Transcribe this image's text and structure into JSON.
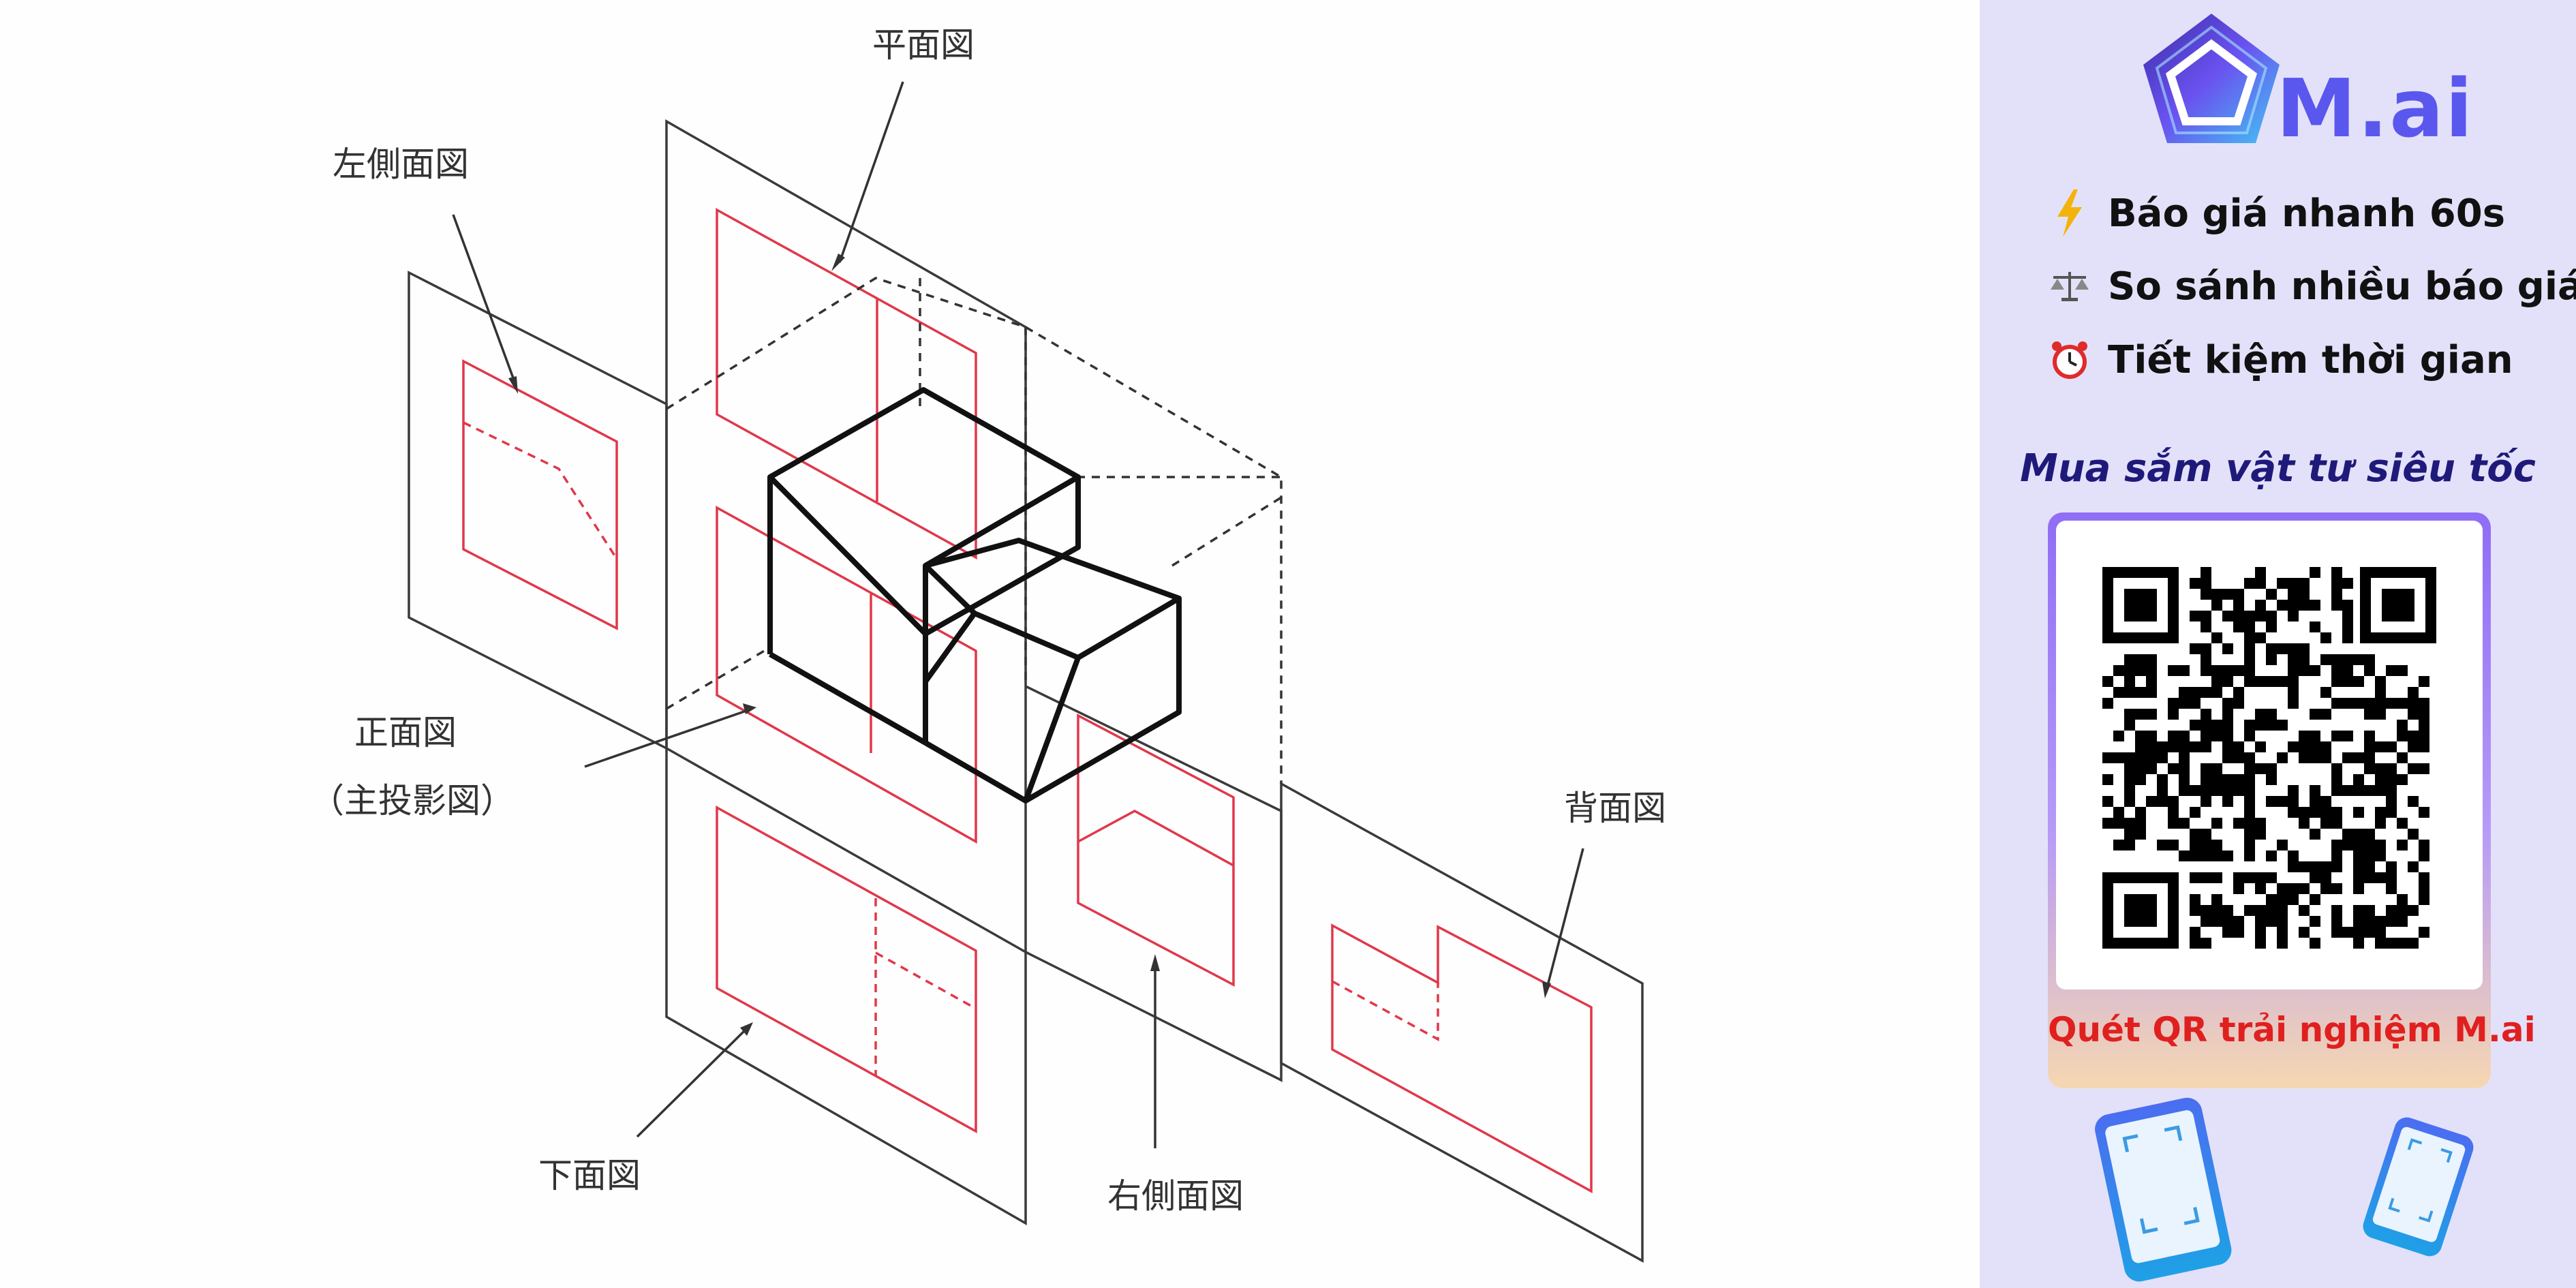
{
  "diagram": {
    "labels": {
      "plan_view": "平面図",
      "left_side_view": "左側面図",
      "front_view": "正面図",
      "front_view_sub": "（主投影図）",
      "back_view": "背面図",
      "bottom_view": "下面図",
      "right_side_view": "右側面図"
    },
    "colors": {
      "projection_lines": "#e0384a",
      "planes": "#3a3a3a",
      "object": "#111111"
    }
  },
  "sidebar": {
    "brand": "M.ai",
    "features": [
      {
        "icon": "lightning-icon",
        "text": "Báo giá nhanh 60s"
      },
      {
        "icon": "scales-icon",
        "text": "So sánh nhiều báo giá"
      },
      {
        "icon": "alarm-clock-icon",
        "text": "Tiết kiệm thời gian"
      }
    ],
    "tagline": "Mua sắm vật tư siêu tốc",
    "qr_caption": "Quét QR trải nghiệm M.ai",
    "colors": {
      "background": "#e3e1fa",
      "brand": "#5a57ee",
      "tagline": "#1f1a7a",
      "caption": "#e0201f"
    }
  }
}
